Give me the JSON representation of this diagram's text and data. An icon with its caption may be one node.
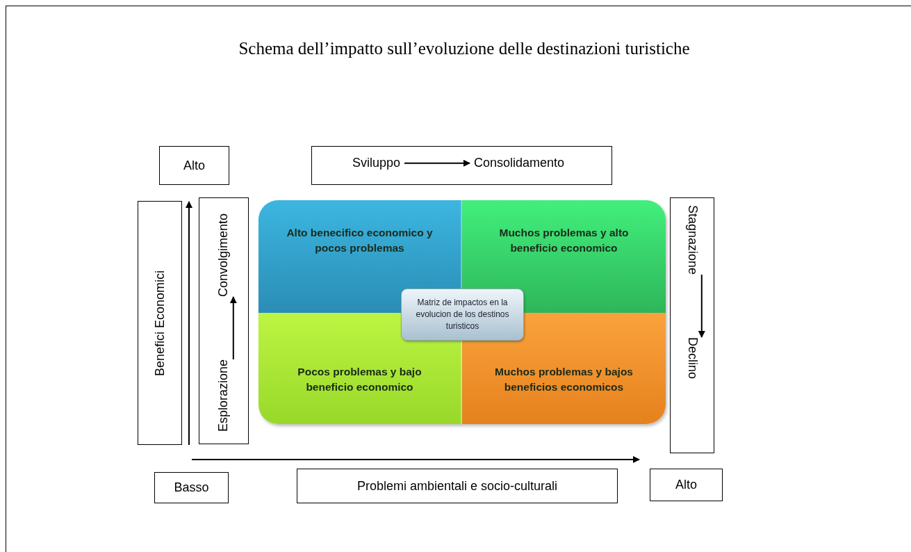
{
  "diagram": {
    "title": "Schema dell’impatto sull’evoluzione delle destinazioni turistiche",
    "nodes": [
      {
        "text": [
          "Alto"
        ]
      },
      {
        "text": [],
        "shape": "box"
      },
      {
        "text": [
          "Sviluppo"
        ],
        "in": 1
      },
      {
        "text": [
          "Consolidamento"
        ],
        "in": 1
      },
      {
        "text": [
          "Benefici Economici"
        ]
      },
      {
        "text": [],
        "shape": "box"
      },
      {
        "text": [
          "Esplorazione"
        ],
        "in": 5
      },
      {
        "text": [
          "Convolgimento"
        ],
        "in": 5
      },
      {
        "text": [],
        "shape": "box"
      },
      {
        "text": [
          "Alto benecifico economico y pocos problemas"
        ],
        "in": 8
      },
      {
        "text": [
          "Muchos problemas y alto beneficio economico"
        ],
        "in": 8
      },
      {
        "text": [
          "Matriz de impactos en la evolucion de los destinos turisticos"
        ],
        "in": 8
      },
      {
        "text": [
          "Pocos problemas y bajo beneficio economico"
        ],
        "in": 8
      },
      {
        "text": [
          "Muchos problemas y bajos beneficios economicos"
        ],
        "in": 8
      },
      {
        "text": [],
        "shape": "box"
      },
      {
        "text": [
          "Stagnazione"
        ],
        "in": 14
      },
      {
        "text": [
          "Declino"
        ],
        "in": 14
      },
      {
        "text": [
          "Basso"
        ]
      },
      {
        "text": [
          "Problemi ambientali e socio-culturali"
        ]
      },
      {
        "text": [
          "Alto"
        ]
      }
    ],
    "edges": [
      {
        "from": 2,
        "to": 3,
        "arrow": "to"
      },
      {
        "from": 6,
        "to": 7,
        "arrow": "to"
      },
      {
        "from": 15,
        "to": 16,
        "arrow": "to"
      }
    ]
  }
}
